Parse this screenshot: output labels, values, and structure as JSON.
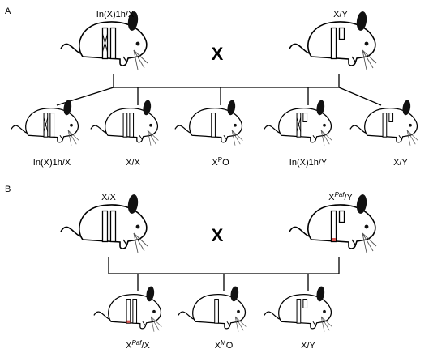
{
  "panel_a": {
    "label": "A",
    "cross_symbol": "X",
    "parents": [
      {
        "genotype": "In(X)1h/X",
        "chromosomes": "inv-x"
      },
      {
        "genotype": "X/Y",
        "chromosomes": "x-y"
      }
    ],
    "offspring": [
      {
        "genotype": "In(X)1h/X",
        "chromosomes": "inv-x"
      },
      {
        "genotype": "X/X",
        "chromosomes": "x-x"
      },
      {
        "genotype_base": "X",
        "genotype_sup": "P",
        "genotype_rest": "O",
        "chromosomes": "x-o"
      },
      {
        "genotype": "In(X)1h/Y",
        "chromosomes": "inv-y"
      },
      {
        "genotype": "X/Y",
        "chromosomes": "x-y"
      }
    ]
  },
  "panel_b": {
    "label": "B",
    "cross_symbol": "X",
    "parents": [
      {
        "genotype": "X/X",
        "chromosomes": "x-x"
      },
      {
        "genotype_base": "X",
        "genotype_sup": "Paf",
        "genotype_rest": "/Y",
        "chromosomes": "paf-y"
      }
    ],
    "offspring": [
      {
        "genotype_base": "X",
        "genotype_sup": "Paf",
        "genotype_rest": "/X",
        "chromosomes": "paf-x"
      },
      {
        "genotype_base": "X",
        "genotype_sup": "M",
        "genotype_rest": "O",
        "chromosomes": "x-o"
      },
      {
        "genotype": "X/Y",
        "chromosomes": "x-y"
      }
    ]
  },
  "colors": {
    "line": "#000000",
    "mutation_mark": "#d9534f",
    "background": "#ffffff"
  }
}
